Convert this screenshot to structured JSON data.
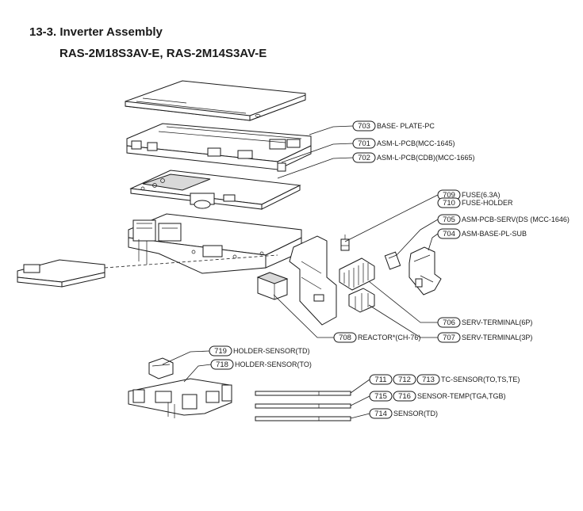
{
  "header": {
    "title": "13-3.  Inverter Assembly",
    "subtitle": "RAS-2M18S3AV-E, RAS-2M14S3AV-E"
  },
  "callouts": {
    "c703": {
      "num": "703",
      "label": "BASE- PLATE-PC"
    },
    "c701": {
      "num": "701",
      "label": "ASM-L-PCB(MCC-1645)"
    },
    "c702": {
      "num": "702",
      "label": "ASM-L-PCB(CDB)(MCC-1665)"
    },
    "c709": {
      "num": "709",
      "label": "FUSE(6.3A)"
    },
    "c710": {
      "num": "710",
      "label": "FUSE-HOLDER"
    },
    "c705": {
      "num": "705",
      "label": "ASM-PCB-SERV(DS  (MCC-1646)"
    },
    "c704": {
      "num": "704",
      "label": "ASM-BASE-PL-SUB"
    },
    "c706": {
      "num": "706",
      "label": "SERV-TERMINAL(6P)"
    },
    "c707": {
      "num": "707",
      "label": "SERV-TERMINAL(3P)"
    },
    "c708": {
      "num": "708",
      "label": "REACTOR*(CH-76)"
    },
    "c719": {
      "num": "719",
      "label": "HOLDER-SENSOR(TD)"
    },
    "c718": {
      "num": "718",
      "label": "HOLDER-SENSOR(TO)"
    },
    "c711": {
      "num": "711",
      "num2": "712",
      "num3": "713",
      "label": "TC-SENSOR(TO,TS,TE)"
    },
    "c715": {
      "num": "715",
      "num2": "716",
      "label": "SENSOR-TEMP(TGA,TGB)"
    },
    "c714": {
      "num": "714",
      "label": "SENSOR(TD)"
    }
  }
}
